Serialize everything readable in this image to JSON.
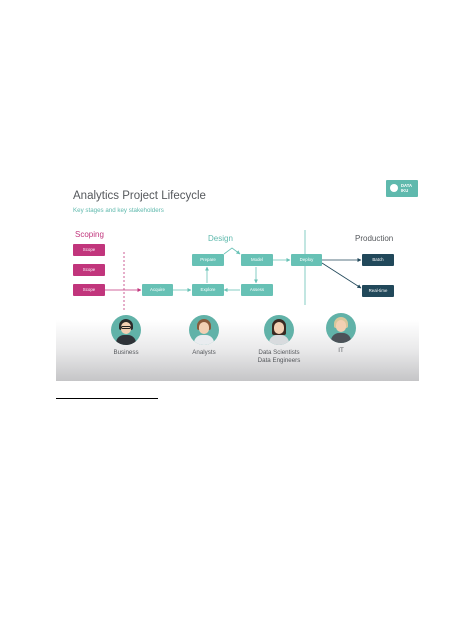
{
  "slide": {
    "title": "Analytics Project Lifecycle",
    "subtitle": "Key stages and key stakeholders",
    "logo": {
      "line1": "DATA",
      "line2": "IKU"
    }
  },
  "sections": {
    "scoping": "Scoping",
    "design": "Design",
    "production": "Production"
  },
  "nodes": {
    "scope": "Scope",
    "acquire": "Acquire",
    "prepare": "Prepare",
    "model": "Model",
    "explore": "Explore",
    "assess": "Assess",
    "deploy": "Deploy",
    "batch": "Batch",
    "realtime": "Real-time"
  },
  "people": [
    {
      "label": "Business"
    },
    {
      "label": "Analysts"
    },
    {
      "label": "Data Scientists",
      "label2": "Data Engineers"
    },
    {
      "label": "IT"
    }
  ],
  "colors": {
    "scoping": "#c1357c",
    "design": "#67c1b5",
    "production": "#21485a",
    "avatar_bg": "#61b2a8",
    "text": "#55585c"
  }
}
